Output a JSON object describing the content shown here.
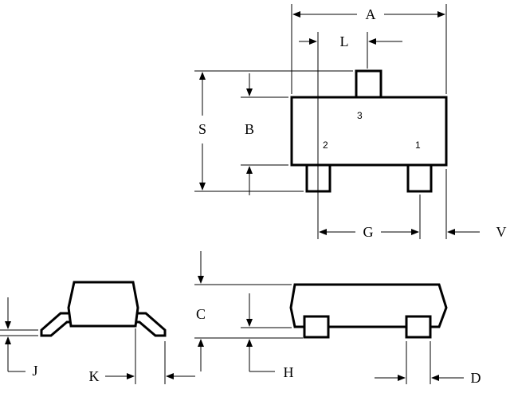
{
  "dimensions": {
    "A": "A",
    "B": "B",
    "C": "C",
    "D": "D",
    "G": "G",
    "H": "H",
    "J": "J",
    "K": "K",
    "L": "L",
    "S": "S",
    "V": "V"
  },
  "pins": {
    "pin1": "1",
    "pin2": "2",
    "pin3": "3"
  },
  "style": {
    "line_color": "#000000",
    "background": "#ffffff"
  }
}
